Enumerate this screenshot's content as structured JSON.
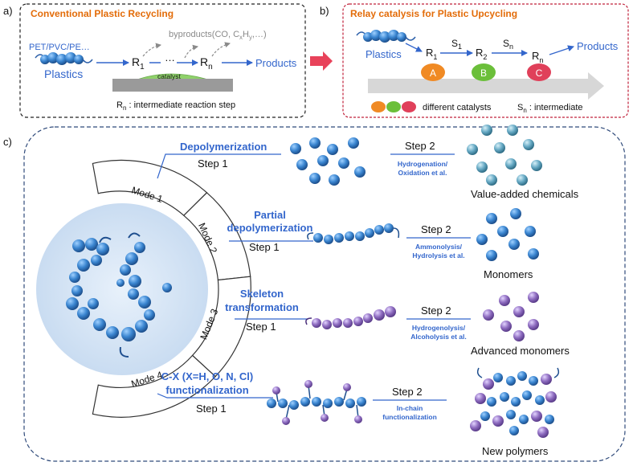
{
  "panel_a": {
    "label": "a)",
    "title": "Conventional Plastic Recycling",
    "plastic_types": "PET/PVC/PE…",
    "plastics": "Plastics",
    "r1": "R",
    "r1_sub": "1",
    "dots": "…",
    "rn": "R",
    "rn_sub": "n",
    "byproducts_pre": "byproducts(CO, C",
    "byproducts_x": "x",
    "byproducts_h": "H",
    "byproducts_y": "y",
    "byproducts_post": ",…)",
    "products": "Products",
    "catalyst": "catalyst",
    "note_r": "R",
    "note_sub": "n",
    "note_rest": " : intermediate reaction step"
  },
  "panel_b": {
    "label": "b)",
    "title": "Relay catalysis for Plastic Upcycling",
    "plastics": "Plastics",
    "r1": "R",
    "r1_sub": "1",
    "r2": "R",
    "r2_sub": "2",
    "rn": "R",
    "rn_sub": "n",
    "s1": "S",
    "s1_sub": "1",
    "sn": "S",
    "sn_sub": "n",
    "products": "Products",
    "cat_a": "A",
    "cat_b": "B",
    "cat_c": "C",
    "legend_label": "different catalysts",
    "sn_note_s": "S",
    "sn_note_sub": "n",
    "sn_note_rest": " : intermediate",
    "colors": {
      "a": "#f08a24",
      "b": "#6bbf3a",
      "c": "#e0405a",
      "arrow": "#d7d7d7",
      "accent": "#e8425a"
    }
  },
  "panel_c": {
    "label": "c)",
    "modes": [
      "Mode 1",
      "Mode 2",
      "Mode 3",
      "Mode 4"
    ],
    "routes": [
      {
        "title": [
          "Depolymerization"
        ],
        "step1": "Step 1",
        "step2": "Step 2",
        "condition": [
          "Hydrogenation/",
          "Oxidation et al."
        ],
        "product": "Value-added chemicals"
      },
      {
        "title": [
          "Partial",
          "depolymerization"
        ],
        "step1": "Step 1",
        "step2": "Step 2",
        "condition": [
          "Ammonolysis/",
          "Hydrolysis et al."
        ],
        "product": "Monomers"
      },
      {
        "title": [
          "Skeleton",
          "transformation"
        ],
        "step1": "Step 1",
        "step2": "Step 2",
        "condition": [
          "Hydrogenolysis/",
          "Alcoholysis et al."
        ],
        "product": "Advanced monomers"
      },
      {
        "title": [
          "C-X (X=H, O, N, Cl)",
          "functionalization"
        ],
        "step1": "Step 1",
        "step2": "Step 2",
        "condition": [
          "In-chain",
          "functionalization"
        ],
        "product": "New polymers"
      }
    ],
    "colors": {
      "bead_blue": "#3a85d0",
      "bead_teal": "#66a9c4",
      "bead_purple": "#8e6cc0",
      "frame": "#2f4a7a"
    }
  }
}
